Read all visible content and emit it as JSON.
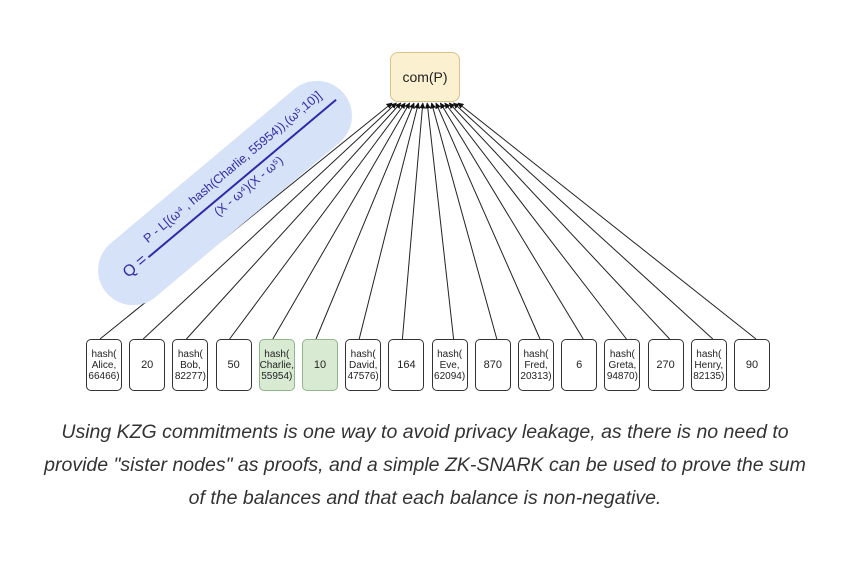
{
  "root": {
    "label": "com(P)",
    "fill": "#fbf0cf"
  },
  "formula": {
    "lhs": "Q =",
    "numerator": "P - L[(ω⁴ , hash(Charlie, 55954)),(ω⁵,10)]",
    "denominator": "(X - ω⁴)(X - ω⁵)",
    "pill_color": "#d6e2f8",
    "text_color": "#2c2ca8"
  },
  "leaves": [
    {
      "label": "hash(\nAlice,\n66466)",
      "type": "hash",
      "highlighted": false
    },
    {
      "label": "20",
      "type": "value",
      "highlighted": false
    },
    {
      "label": "hash(\nBob,\n82277)",
      "type": "hash",
      "highlighted": false
    },
    {
      "label": "50",
      "type": "value",
      "highlighted": false
    },
    {
      "label": "hash(\nCharlie,\n55954)",
      "type": "hash",
      "highlighted": true
    },
    {
      "label": "10",
      "type": "value",
      "highlighted": true
    },
    {
      "label": "hash(\nDavid,\n47576)",
      "type": "hash",
      "highlighted": false
    },
    {
      "label": "164",
      "type": "value",
      "highlighted": false
    },
    {
      "label": "hash(\nEve,\n62094)",
      "type": "hash",
      "highlighted": false
    },
    {
      "label": "870",
      "type": "value",
      "highlighted": false
    },
    {
      "label": "hash(\nFred,\n20313)",
      "type": "hash",
      "highlighted": false
    },
    {
      "label": "6",
      "type": "value",
      "highlighted": false
    },
    {
      "label": "hash(\nGreta,\n94870)",
      "type": "hash",
      "highlighted": false
    },
    {
      "label": "270",
      "type": "value",
      "highlighted": false
    },
    {
      "label": "hash(\nHenry,\n82135)",
      "type": "hash",
      "highlighted": false
    },
    {
      "label": "90",
      "type": "value",
      "highlighted": false
    }
  ],
  "highlight_color": "#d9ead3",
  "caption": "Using KZG commitments is one way to avoid privacy leakage, as there is no need to provide \"sister nodes\" as proofs, and a simple ZK-SNARK can be used to prove the sum of the balances and that each balance is non-negative."
}
